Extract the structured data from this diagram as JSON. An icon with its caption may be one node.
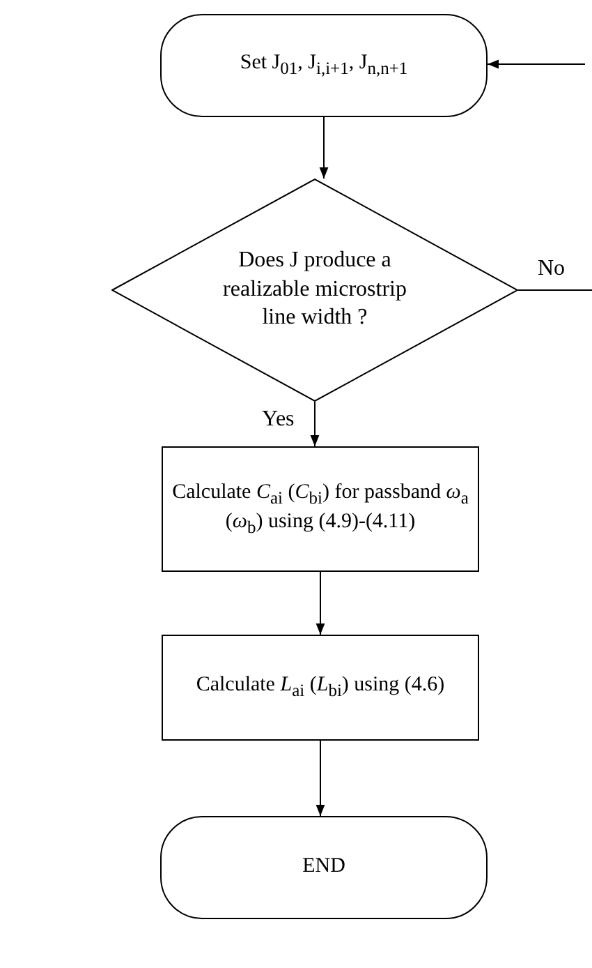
{
  "diagram": {
    "nodes": [
      {
        "text": [
          "Set J$_{01}$, J$_{i,i+1}$, J$_{n,n+1}$"
        ]
      },
      {
        "text": [
          "Does J produce a realizable microstrip line width ?"
        ]
      },
      {
        "text": [
          "Calculate *C*$_{ai}$ (*C*$_{bi}$) for passband *ω*$_{a}$ (*ω*$_{b}$) using (4.9)-(4.11)"
        ]
      },
      {
        "text": [
          "Calculate *L*$_{ai}$ (*L*$_{bi}$) using (4.6)"
        ]
      },
      {
        "text": [
          "END"
        ]
      }
    ],
    "edges": [
      {
        "from": 0,
        "to": 1,
        "arrow": "to"
      },
      {
        "from": 1,
        "to": 2,
        "arrow": "to",
        "label": "Yes"
      },
      {
        "from": 2,
        "to": 3,
        "arrow": "to"
      },
      {
        "from": 3,
        "to": 4,
        "arrow": "to"
      },
      {
        "from": 1,
        "to": null,
        "arrow": "none",
        "label": "No"
      },
      {
        "from": null,
        "to": 0,
        "arrow": "to"
      }
    ]
  }
}
